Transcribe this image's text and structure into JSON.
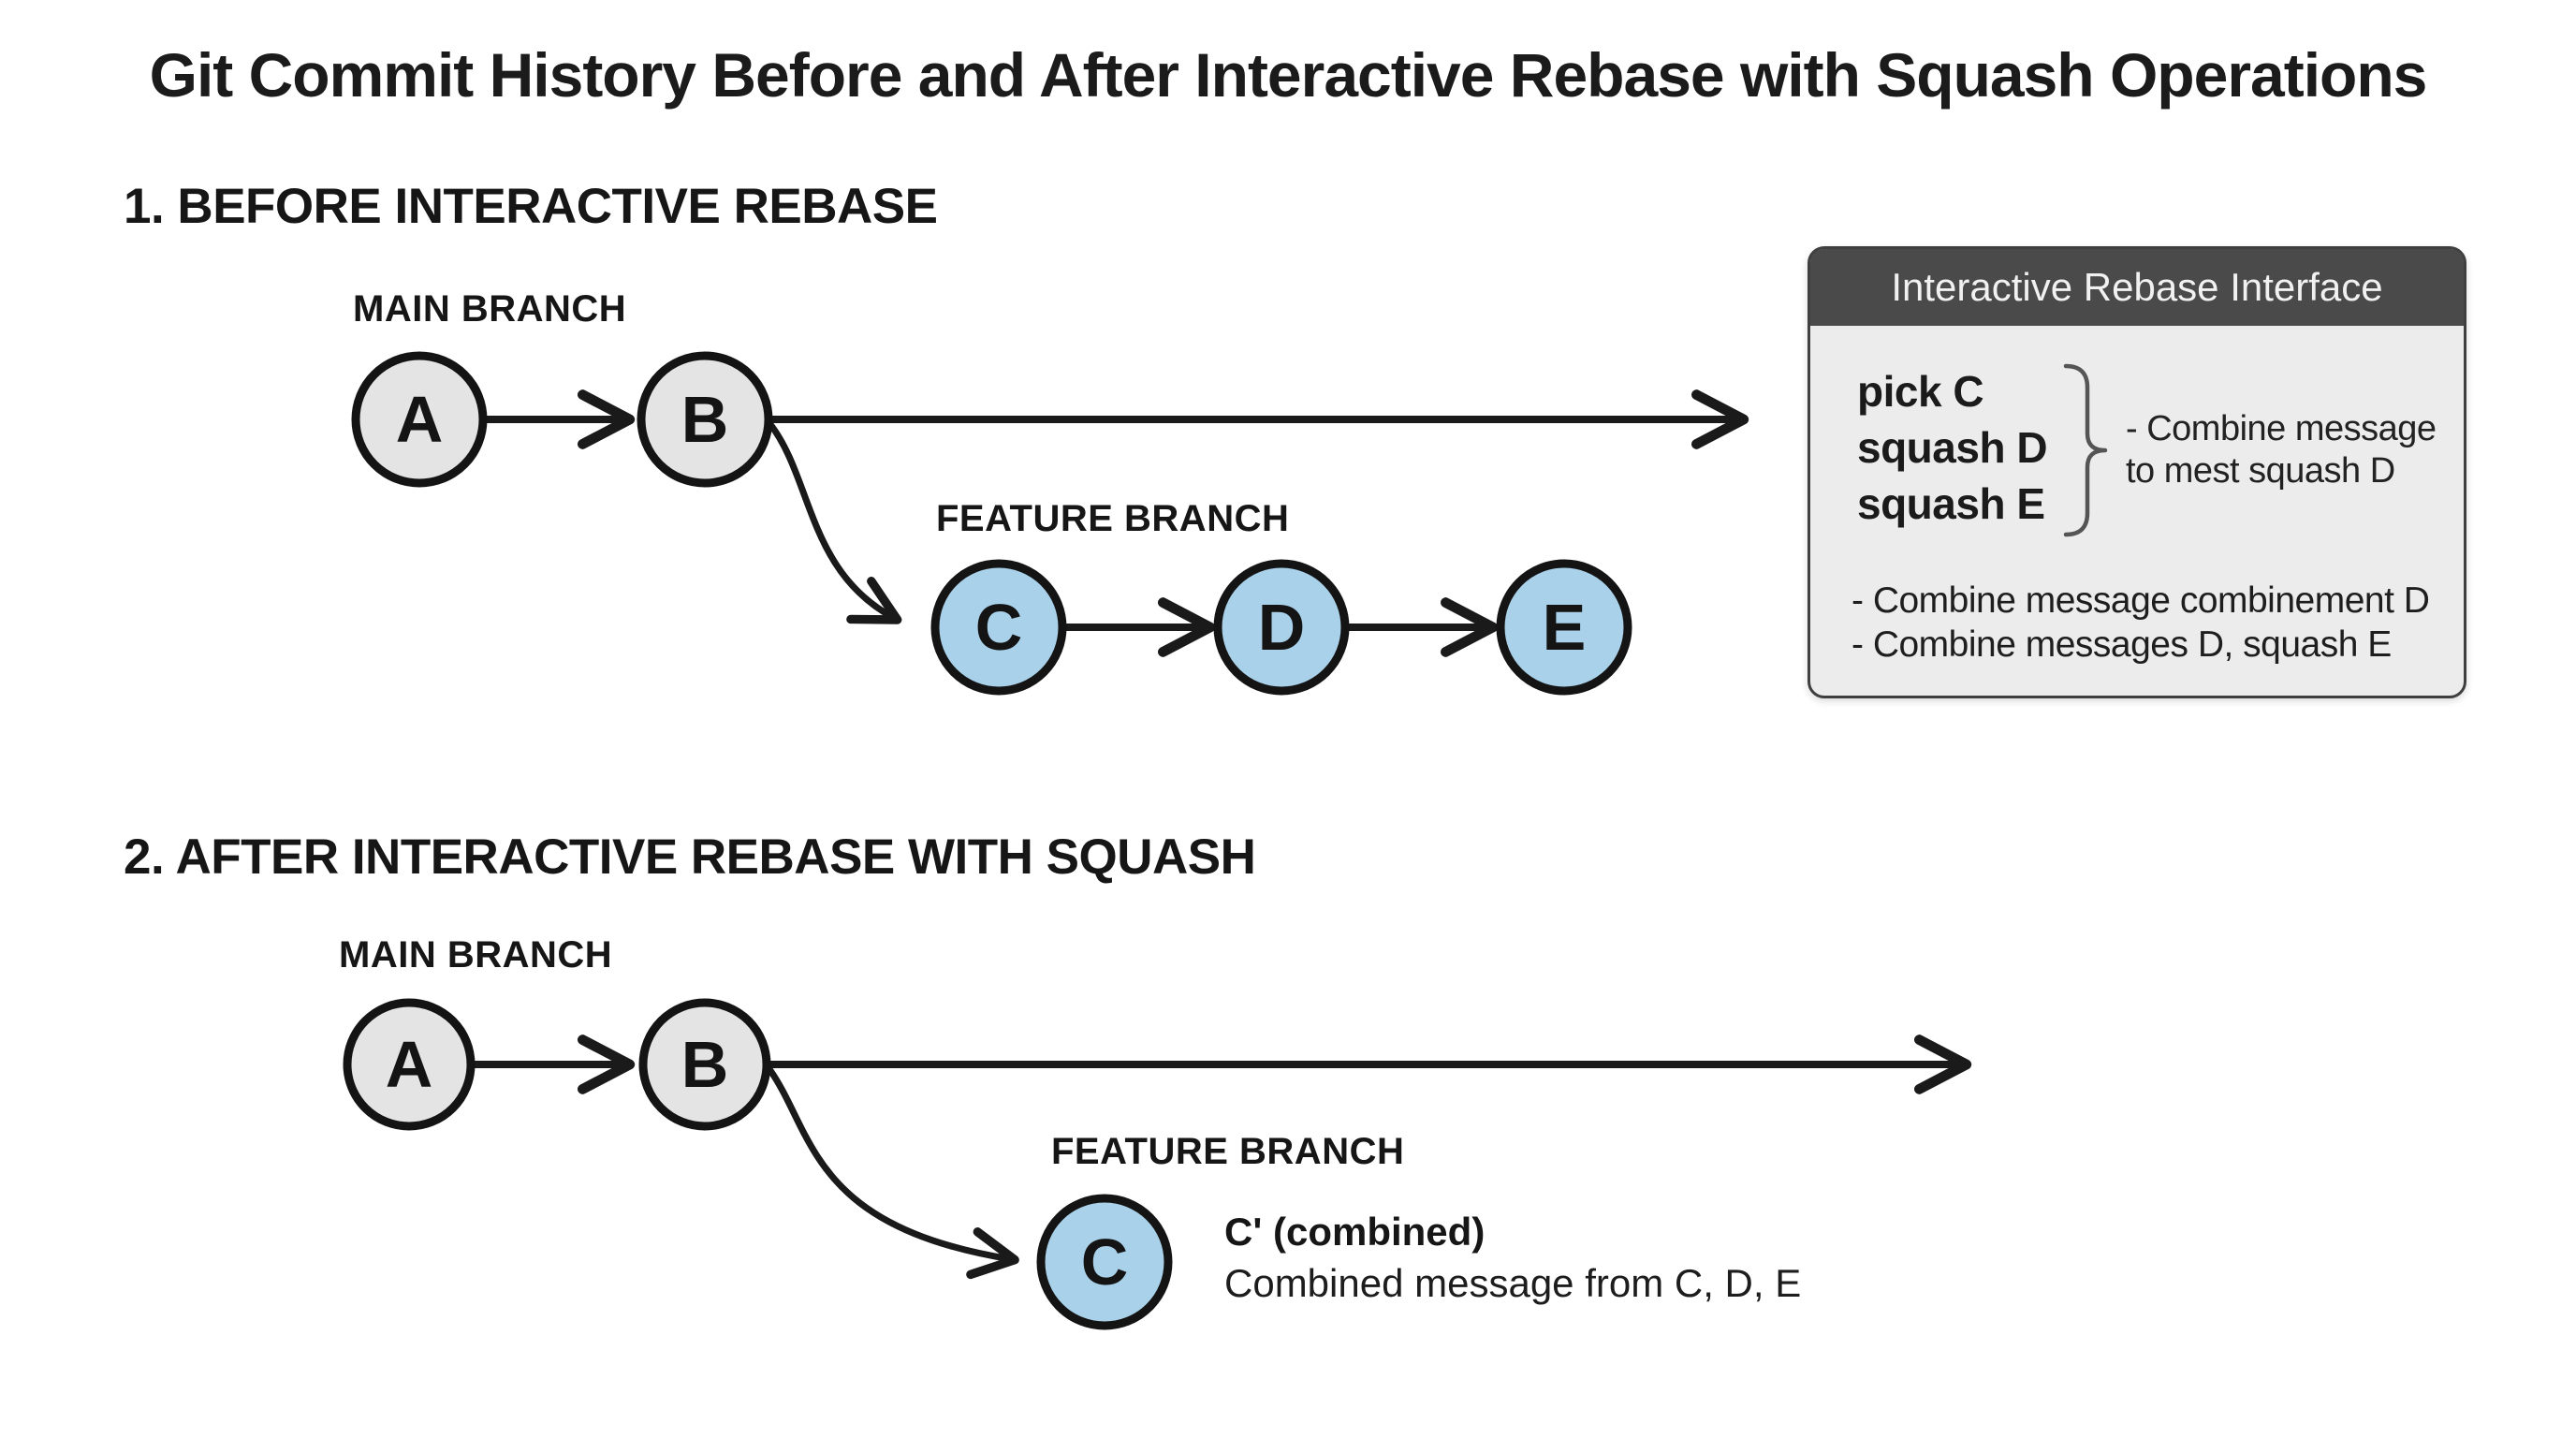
{
  "title": "Git Commit History Before and After Interactive Rebase with Squash Operations",
  "colors": {
    "node_main_fill": "#e4e4e4",
    "node_feature_fill": "#a9d1ea",
    "node_stroke": "#141414",
    "arrow_stroke": "#1a1a1a",
    "box_header_bg": "#4a4a4a",
    "box_body_bg": "#ececec"
  },
  "section_before": {
    "heading": "1. BEFORE INTERACTIVE REBASE",
    "main_branch_label": "MAIN BRANCH",
    "feature_branch_label": "FEATURE BRANCH",
    "main_commits": [
      "A",
      "B"
    ],
    "feature_commits": [
      "C",
      "D",
      "E"
    ]
  },
  "rebase_box": {
    "title": "Interactive Rebase Interface",
    "commands": [
      "pick C",
      "squash D",
      "squash E"
    ],
    "brace_note_line1": "- Combine message",
    "brace_note_line2": "to mest squash D",
    "bullets": [
      "- Combine message combinement D",
      "- Combine messages D, squash E"
    ]
  },
  "section_after": {
    "heading": "2. AFTER INTERACTIVE REBASE WITH SQUASH",
    "main_branch_label": "MAIN BRANCH",
    "feature_branch_label": "FEATURE BRANCH",
    "main_commits": [
      "A",
      "B"
    ],
    "combined_commit": "C",
    "combined_title": "C' (combined)",
    "combined_subtitle": "Combined message from C, D, E"
  }
}
